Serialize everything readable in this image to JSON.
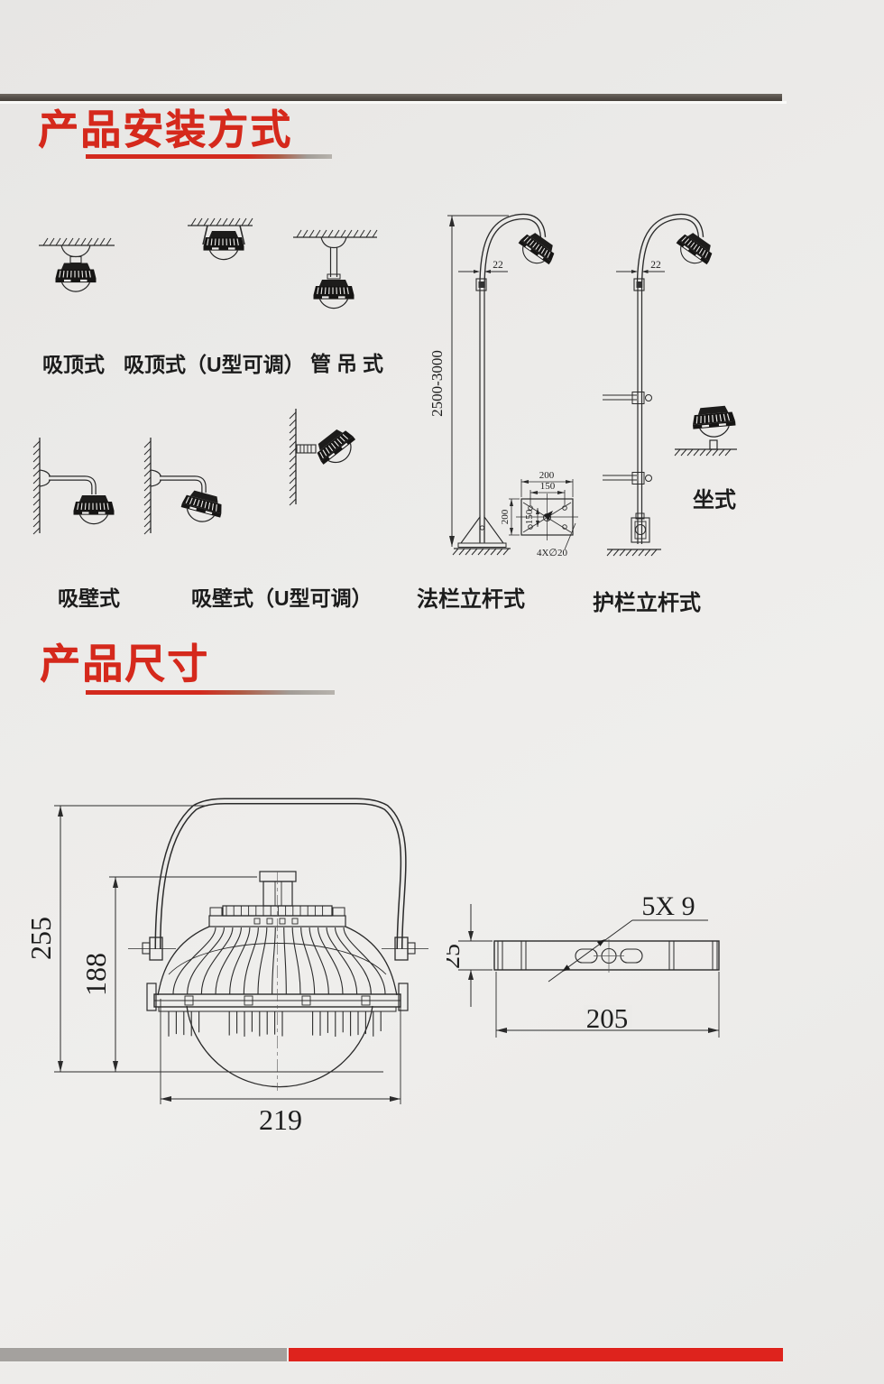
{
  "page": {
    "background": "#ecebe9",
    "accent_red": "#d5291c",
    "top_bar_color": "#544e48",
    "footer_gray": "#a4a19e",
    "footer_red": "#de231d",
    "line_color": "#2b2b2b"
  },
  "install": {
    "title": "产品安装方式",
    "labels": {
      "ceiling": "吸顶式",
      "ceiling_u": "吸顶式（U型可调）",
      "pipe_hang": "管吊式",
      "wall": "吸壁式",
      "wall_u": "吸壁式（U型可调）",
      "flange_pole": "法栏立杆式",
      "guard_pole": "护栏立杆式",
      "seated": "坐式"
    },
    "dims": {
      "pole_height": "2500-3000",
      "pole_width_left": "22",
      "pole_width_right": "22",
      "plate_outer_w": "200",
      "plate_inner_w": "150",
      "plate_outer_h": "200",
      "plate_inner_h": "150",
      "plate_holes": "4X∅20"
    }
  },
  "dimensions": {
    "title": "产品尺寸",
    "front_view": {
      "overall_height": "255",
      "body_height": "188",
      "width": "219"
    },
    "bracket_view": {
      "thickness": "25",
      "length": "205",
      "holes": "5X 9"
    }
  }
}
